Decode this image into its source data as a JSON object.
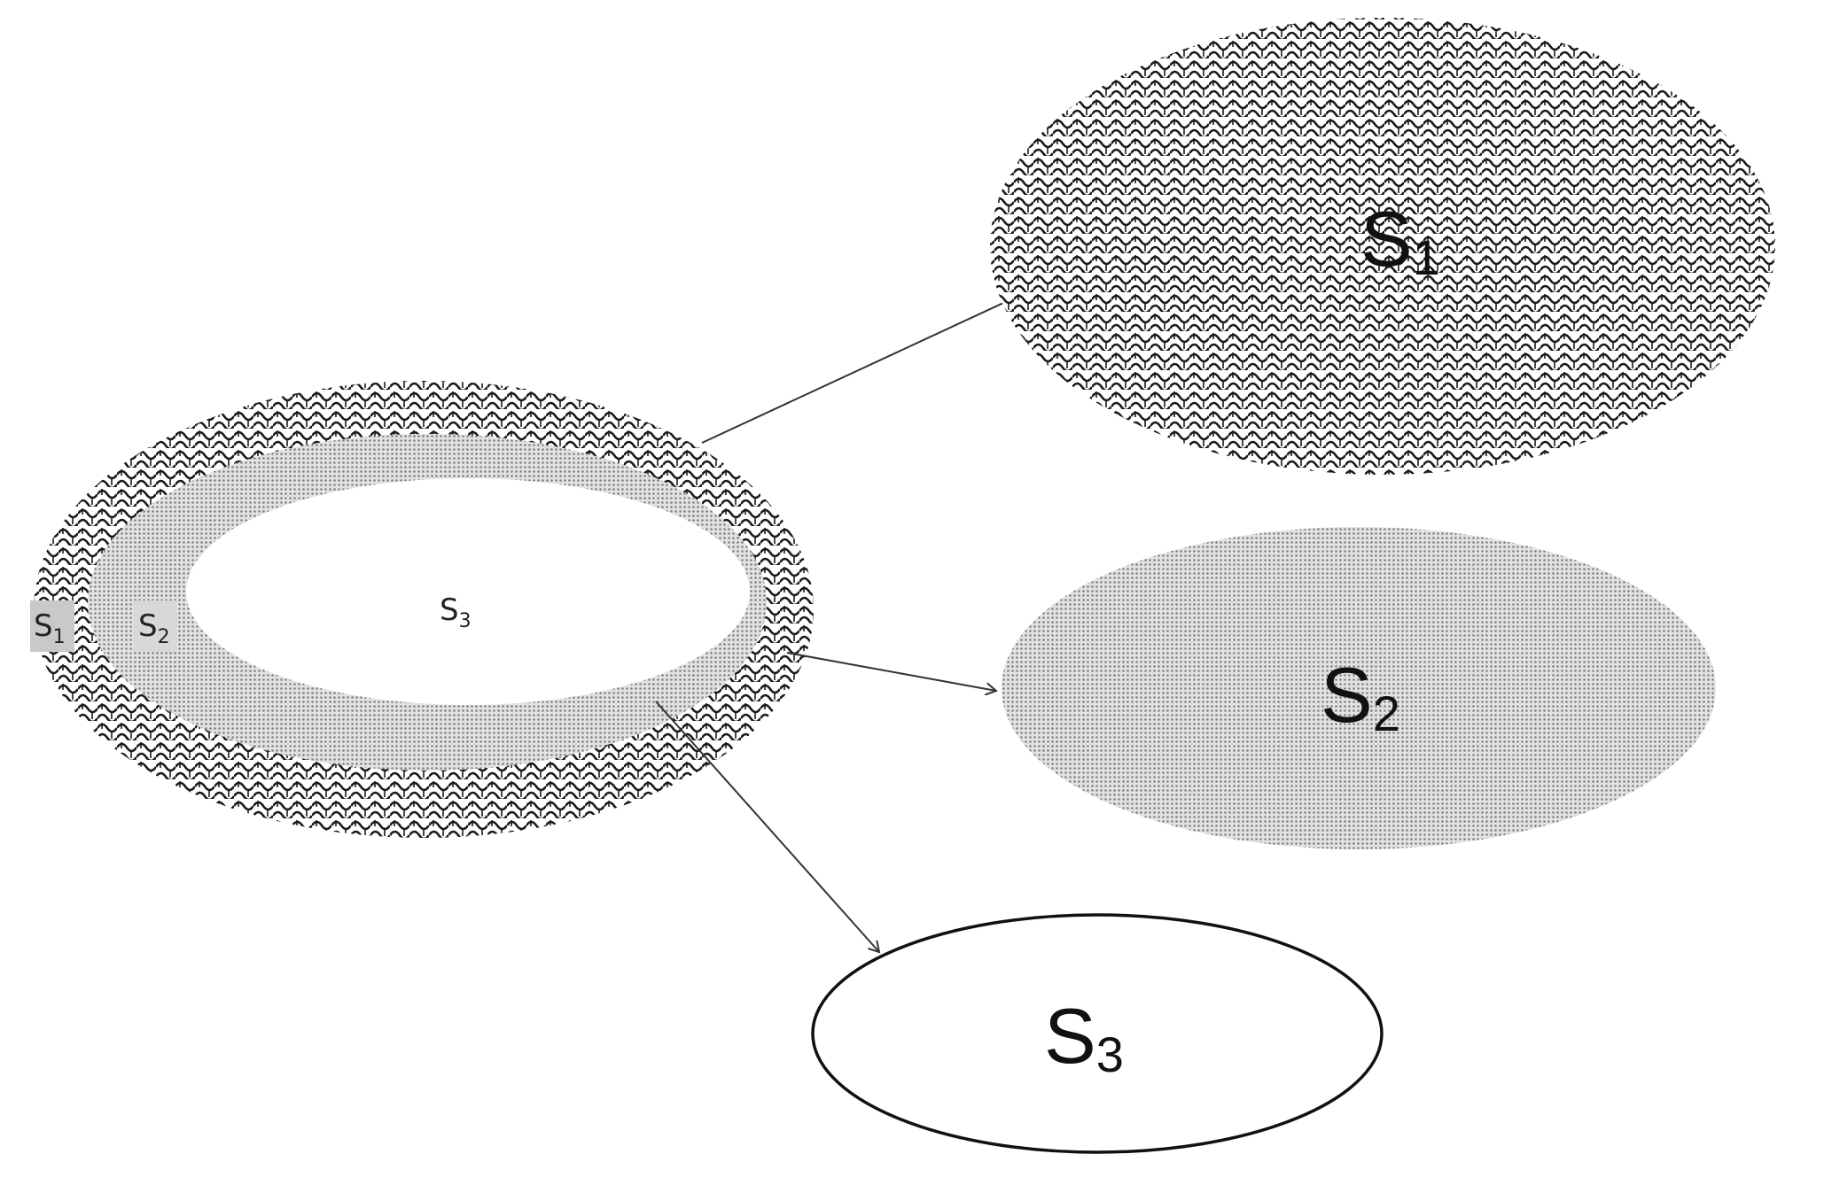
{
  "diagram": {
    "composite": {
      "labels": [
        {
          "base": "S",
          "sub": "1"
        },
        {
          "base": "S",
          "sub": "2"
        },
        {
          "base": "S",
          "sub": "3"
        }
      ]
    },
    "components": [
      {
        "base": "S",
        "sub": "1"
      },
      {
        "base": "S",
        "sub": "2"
      },
      {
        "base": "S",
        "sub": "3"
      }
    ]
  }
}
